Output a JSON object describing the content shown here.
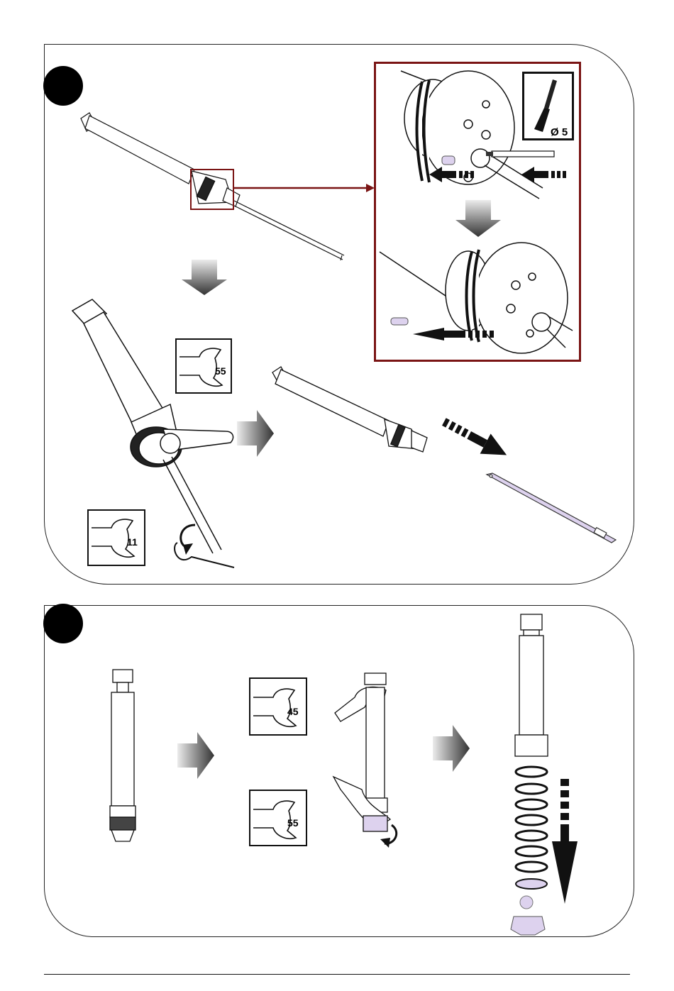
{
  "step1": {
    "wrench_main": "55",
    "wrench_small": "11",
    "drift_label": "Ø 5"
  },
  "step2": {
    "wrench_top": "45",
    "wrench_bottom": "55"
  },
  "colors": {
    "detail_frame": "#7a1414",
    "highlight_part": "#ddd2ee",
    "arrow_light": "#e6e6e6",
    "arrow_dark": "#3a3a3a"
  }
}
